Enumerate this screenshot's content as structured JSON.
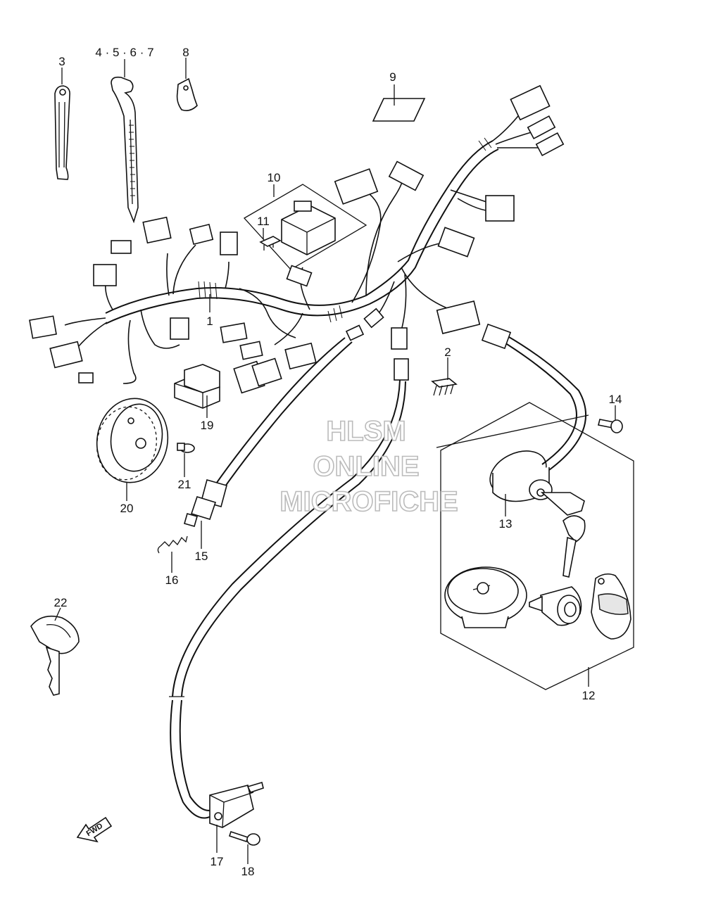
{
  "callouts": [
    {
      "id": "1",
      "text": "1"
    },
    {
      "id": "2",
      "text": "2"
    },
    {
      "id": "3",
      "text": "3"
    },
    {
      "id": "4-7",
      "text": "4 · 5 · 6 · 7"
    },
    {
      "id": "8",
      "text": "8"
    },
    {
      "id": "9",
      "text": "9"
    },
    {
      "id": "10",
      "text": "10"
    },
    {
      "id": "11",
      "text": "11"
    },
    {
      "id": "12",
      "text": "12"
    },
    {
      "id": "13",
      "text": "13"
    },
    {
      "id": "14",
      "text": "14"
    },
    {
      "id": "15",
      "text": "15"
    },
    {
      "id": "16",
      "text": "16"
    },
    {
      "id": "17",
      "text": "17"
    },
    {
      "id": "18",
      "text": "18"
    },
    {
      "id": "19",
      "text": "19"
    },
    {
      "id": "20",
      "text": "20"
    },
    {
      "id": "21",
      "text": "21"
    },
    {
      "id": "22",
      "text": "22"
    }
  ],
  "fwd_arrow_label": "FWD",
  "watermark": {
    "line1": "HLSM",
    "line2": "ONLINE",
    "line3": "MICROFICHE",
    "color": "#bbbbbb"
  }
}
